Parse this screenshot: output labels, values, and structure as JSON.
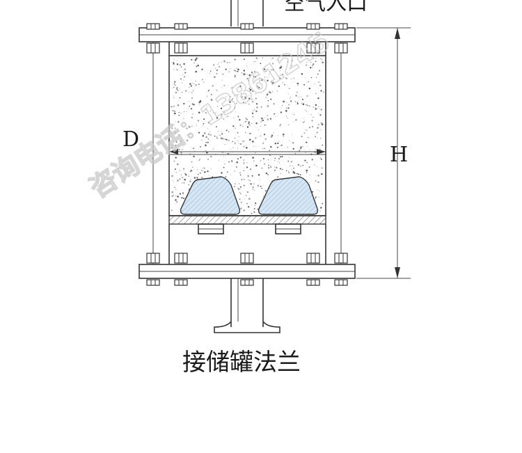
{
  "labels": {
    "top_partial": "空气入口",
    "diameter": "D",
    "height": "H",
    "bottom": "接储罐法兰"
  },
  "watermark": "咨询电话：13861245",
  "colors": {
    "line": "#333333",
    "filter_pad": "#cfe2f3",
    "filter_hatch": "#7aa6cc",
    "watermark": "#c8c8c8"
  }
}
